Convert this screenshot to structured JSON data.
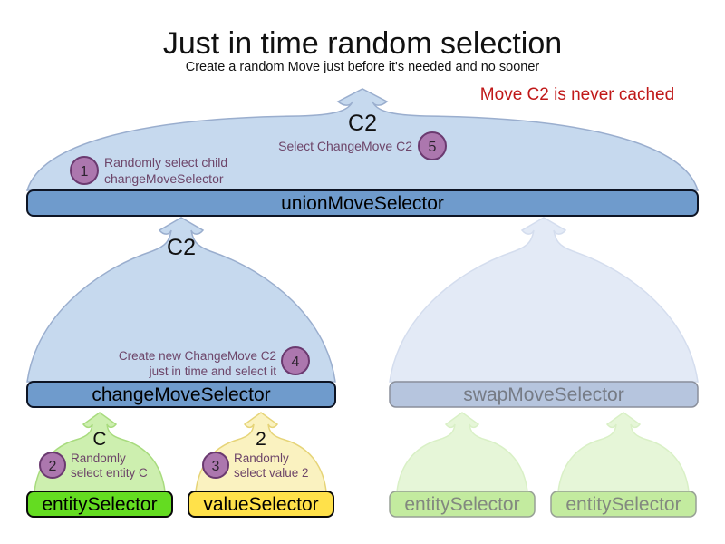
{
  "header": {
    "title": "Just in time random selection",
    "subtitle": "Create a random Move just before it's needed and no sooner",
    "note": "Move C2 is never cached"
  },
  "colors": {
    "selector_bar_blue": "#6F9BCC",
    "bell_blue": "#C6D9EE",
    "bell_blue_faded": "#E3EAF6",
    "bar_blue_faded": "#B6C5DE",
    "entity_green": "#64DC21",
    "value_yellow": "#FFE14A",
    "faded_green_bar": "#C3EB9F",
    "note_red": "#C01818",
    "annotation_purple": "#6D4569",
    "step_circle_fill": "#AC77AE",
    "step_circle_border": "#6B3A70"
  },
  "union_selector": {
    "label": "unionMoveSelector",
    "produced_move": "C2"
  },
  "change_selector": {
    "label": "changeMoveSelector",
    "produced_move": "C2"
  },
  "swap_selector": {
    "label": "swapMoveSelector"
  },
  "entity_selector": {
    "label": "entitySelector",
    "produced_value": "C"
  },
  "value_selector": {
    "label": "valueSelector",
    "produced_value": "2"
  },
  "faded_selectors": {
    "left": "entitySelector",
    "right": "entitySelector"
  },
  "steps": {
    "s1": {
      "num": "1",
      "line1": "Randomly select child",
      "line2": "changeMoveSelector"
    },
    "s2": {
      "num": "2",
      "line1": "Randomly",
      "line2": "select entity C"
    },
    "s3": {
      "num": "3",
      "line1": "Randomly",
      "line2": "select value 2"
    },
    "s4": {
      "num": "4",
      "line1": "Create new ChangeMove C2",
      "line2": "just in time and select it"
    },
    "s5": {
      "num": "5",
      "line1": "Select ChangeMove C2"
    }
  }
}
